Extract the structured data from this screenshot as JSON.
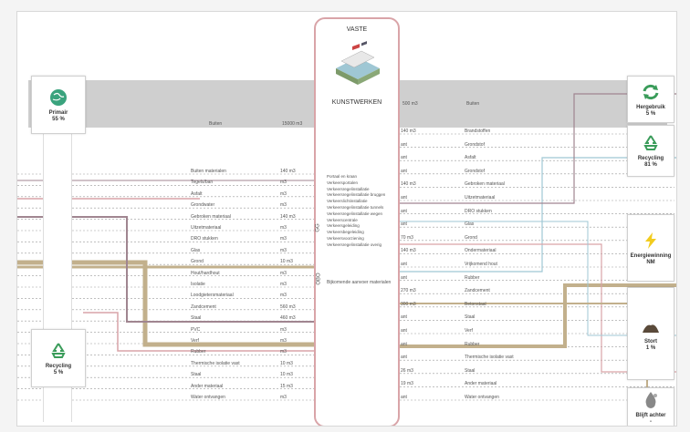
{
  "center": {
    "title": "VASTE",
    "subtitle": "KUNSTWERKEN",
    "list": [
      "Portaal en kraan",
      "Verkeersportalen",
      "Verkeersregelinstallatie",
      "Verkeersregelinstallatie bruggen",
      "Verkeerslichtinstallatie",
      "Verkeersregelinstallatie tunnels",
      "Verkeersregelinstallatie wegen",
      "Verkeerscentrale",
      "Verkeersgeleiding",
      "Verkeersbegeleiding",
      "Verkeersvoorziening",
      "Verkeersregelinstallatie overig"
    ],
    "gg_label": "GG",
    "obo_label": "OBO",
    "obo_text": "Bijkomende aanvoer materialen"
  },
  "left_header": {
    "buiten": "Buiten",
    "total": "15000 m3"
  },
  "right_header": {
    "total": "500 m3",
    "buiten": "Buiten"
  },
  "left_rows": [
    {
      "name": "Buiten materialen",
      "val": "140 m3"
    },
    {
      "name": "Tegels/ban",
      "val": "m3"
    },
    {
      "name": "Asfalt",
      "val": "m3"
    },
    {
      "name": "Grondwater",
      "val": "m3"
    },
    {
      "name": "Gebroken materiaal",
      "val": "140 m3"
    },
    {
      "name": "Uitzetmateriaal",
      "val": "m3"
    },
    {
      "name": "DRO stukken",
      "val": "m3"
    },
    {
      "name": "Glas",
      "val": "m3"
    },
    {
      "name": "Grond",
      "val": "10 m3"
    },
    {
      "name": "Hout/hardhout",
      "val": "m3"
    },
    {
      "name": "Isolatie",
      "val": "m3"
    },
    {
      "name": "Loodgietersmateriaal",
      "val": "m3"
    },
    {
      "name": "Zandcement",
      "val": "560 m3"
    },
    {
      "name": "Staal",
      "val": "460 m3"
    },
    {
      "name": "PVC",
      "val": "m3"
    },
    {
      "name": "Verf",
      "val": "m3"
    },
    {
      "name": "Rubber",
      "val": "m3"
    },
    {
      "name": "Thermische isolatie vast",
      "val": "10 m3"
    },
    {
      "name": "Staal",
      "val": "10 m3"
    },
    {
      "name": "Ander materiaal",
      "val": "15 m3"
    },
    {
      "name": "Water ontvangen",
      "val": "m3"
    }
  ],
  "right_rows": [
    {
      "val": "140 m3",
      "name": "Brandstoffen"
    },
    {
      "val": "ant",
      "name": "Grondstof"
    },
    {
      "val": "ant",
      "name": "Asfalt"
    },
    {
      "val": "ant",
      "name": "Grondstof"
    },
    {
      "val": "140 m3",
      "name": "Gebroken materiaal"
    },
    {
      "val": "ant",
      "name": "Uitzetmateriaal"
    },
    {
      "val": "ant",
      "name": "DRO stukken"
    },
    {
      "val": "ant",
      "name": "Glas"
    },
    {
      "val": "70 m3",
      "name": "Grond"
    },
    {
      "val": "140 m3",
      "name": "Ondermateriaal"
    },
    {
      "val": "ant",
      "name": "Vrijkomend hout"
    },
    {
      "val": "ant",
      "name": "Rubber"
    },
    {
      "val": "270 m3",
      "name": "Zandcement"
    },
    {
      "val": "300 m3",
      "name": "Betonstaal"
    },
    {
      "val": "ant",
      "name": "Staal"
    },
    {
      "val": "ant",
      "name": "Verf"
    },
    {
      "val": "ant",
      "name": "Rubber"
    },
    {
      "val": "ant",
      "name": "Thermische isolatie vast"
    },
    {
      "val": "26 m3",
      "name": "Staal"
    },
    {
      "val": "19 m3",
      "name": "Ander materiaal"
    },
    {
      "val": "ant",
      "name": "Water ontvangen"
    }
  ],
  "left_cards": [
    {
      "label": "Primair",
      "pct": "55 %",
      "icon": "globe-icon"
    },
    {
      "label": "Recycling",
      "pct": "5 %",
      "icon": "recycle-icon"
    }
  ],
  "right_cards": [
    {
      "label": "Hergebruik",
      "pct": "5 %",
      "icon": "reuse-arrows-icon"
    },
    {
      "label": "Recycling",
      "pct": "81 %",
      "icon": "recycle-icon"
    },
    {
      "label": "Energiewinning",
      "pct": "NM",
      "icon": "lightning-icon"
    },
    {
      "label": "Stort",
      "pct": "1 %",
      "icon": "landfill-pile-icon"
    },
    {
      "label": "Blijft achter",
      "pct": "-",
      "icon": "drop-icon"
    }
  ],
  "colors": {
    "band": "#cfcfcf",
    "pink": "#d9a4a8",
    "tan": "#c2b08c",
    "mauve": "#a08590",
    "blue": "#9fc7d4",
    "globe": "#3aa37d",
    "recycle": "#3a9c5a",
    "bolt": "#f2cc1f"
  }
}
